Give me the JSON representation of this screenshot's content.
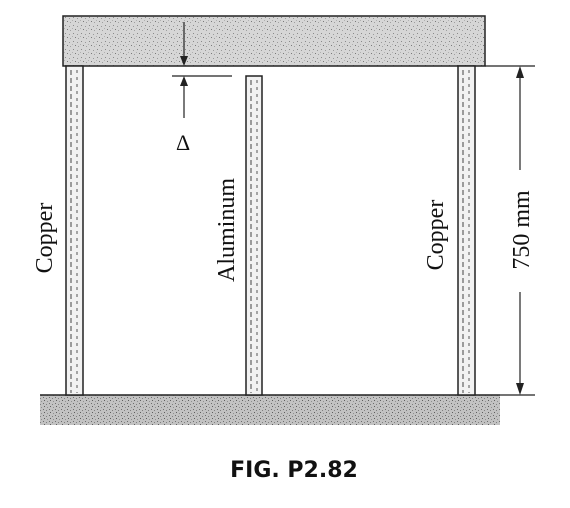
{
  "diagram": {
    "labels": {
      "copper_left": "Copper",
      "aluminum": "Aluminum",
      "copper_right": "Copper",
      "gap": "Δ",
      "height": "750 mm"
    },
    "caption": "FIG. P2.82",
    "colors": {
      "ink": "#111111",
      "rigid_block": "#d4d4d4",
      "ground": "#bdbdbd",
      "rod": "#f2f2f2"
    }
  }
}
